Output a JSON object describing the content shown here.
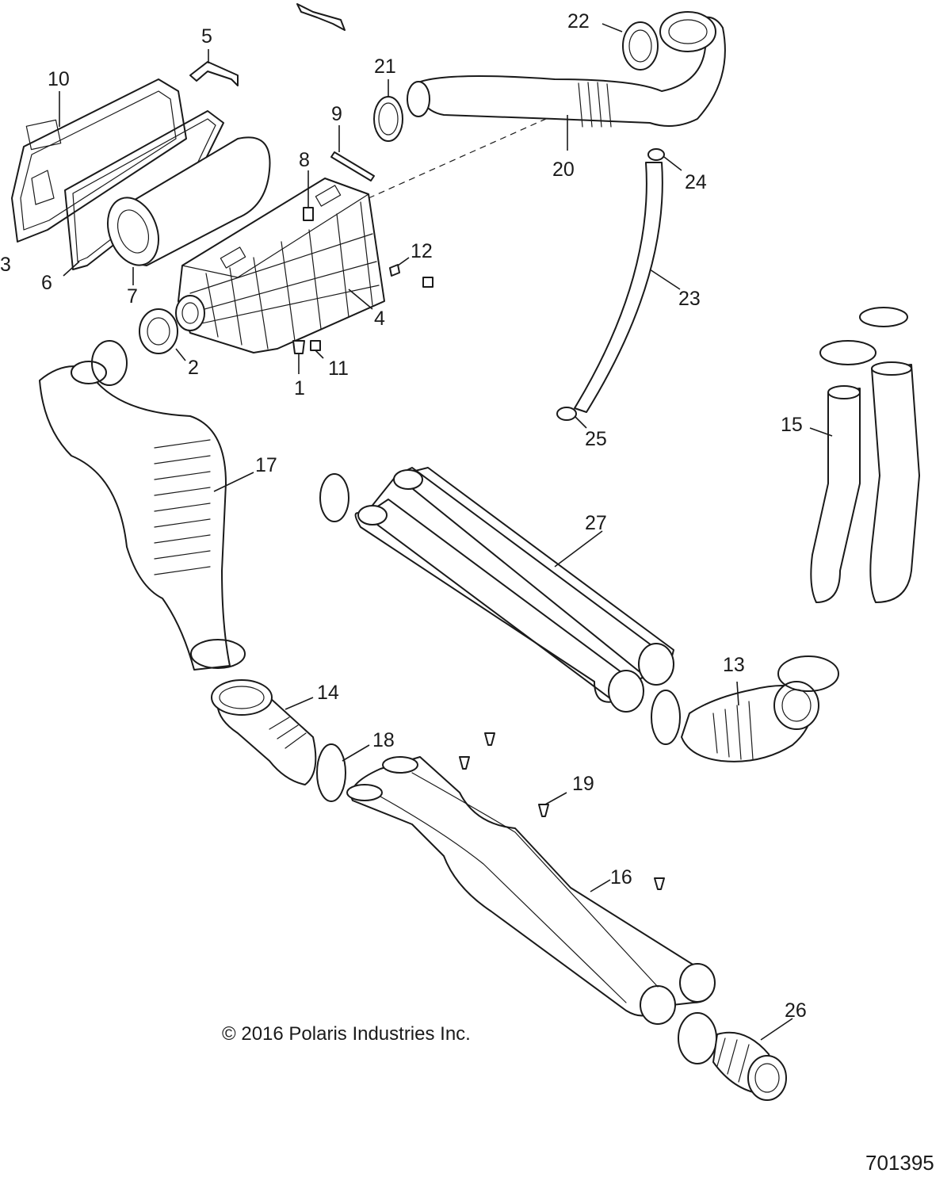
{
  "diagram": {
    "copyright": "© 2016 Polaris Industries Inc.",
    "document_number": "701395",
    "callouts": {
      "c1": "1",
      "c2": "2",
      "c3": "3",
      "c4": "4",
      "c5": "5",
      "c6": "6",
      "c7": "7",
      "c8": "8",
      "c9": "9",
      "c10": "10",
      "c11": "11",
      "c12": "12",
      "c13": "13",
      "c14": "14",
      "c15": "15",
      "c16": "16",
      "c17": "17",
      "c18": "18",
      "c19": "19",
      "c20": "20",
      "c21": "21",
      "c22": "22",
      "c23": "23",
      "c24": "24",
      "c25": "25",
      "c26": "26",
      "c27": "27"
    }
  }
}
